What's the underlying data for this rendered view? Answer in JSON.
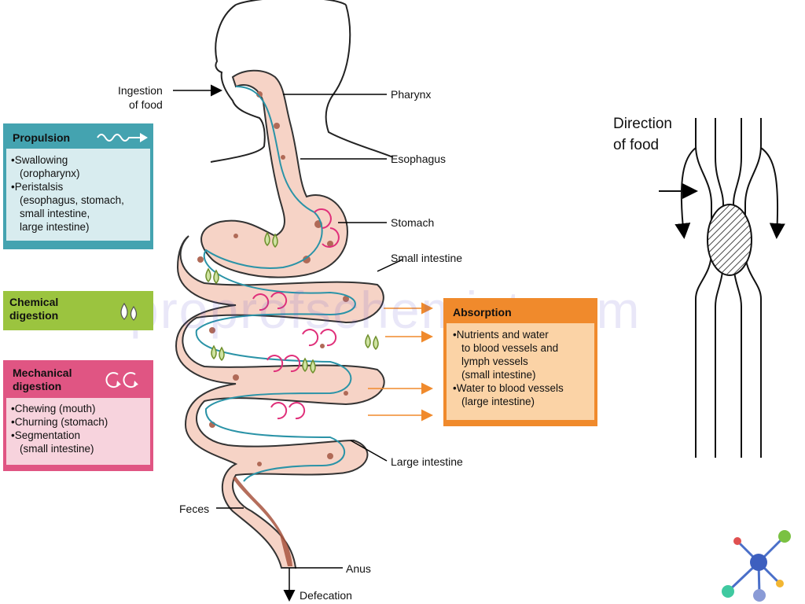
{
  "labels": {
    "ingestion": "Ingestion\nof food",
    "pharynx": "Pharynx",
    "esophagus": "Esophagus",
    "stomach": "Stomach",
    "small_intestine": "Small intestine",
    "large_intestine": "Large intestine",
    "feces": "Feces",
    "anus": "Anus",
    "defecation": "Defecation",
    "direction_of_food": "Direction\nof food"
  },
  "propulsion": {
    "title": "Propulsion",
    "items": [
      "Swallowing\n(oropharynx)",
      "Peristalsis\n(esophagus, stomach,\nsmall intestine,\nlarge intestine)"
    ],
    "color": "#44a3b0"
  },
  "chemical": {
    "title": "Chemical\ndigestion",
    "color": "#9bc43f"
  },
  "mechanical": {
    "title": "Mechanical\ndigestion",
    "items": [
      "Chewing (mouth)",
      "Churning (stomach)",
      "Segmentation\n(small intestine)"
    ],
    "color": "#e05583"
  },
  "absorption": {
    "title": "Absorption",
    "items": [
      "Nutrients and water\nto blood vessels and\nlymph vessels\n(small intestine)",
      "Water to blood vessels\n(large intestine)"
    ],
    "color": "#f08a2c"
  },
  "watermark": "proprofschemist.com",
  "icons": [
    "wave-arrow-icon",
    "droplets-icon",
    "circular-arrows-icon",
    "molecule-logo-icon"
  ]
}
